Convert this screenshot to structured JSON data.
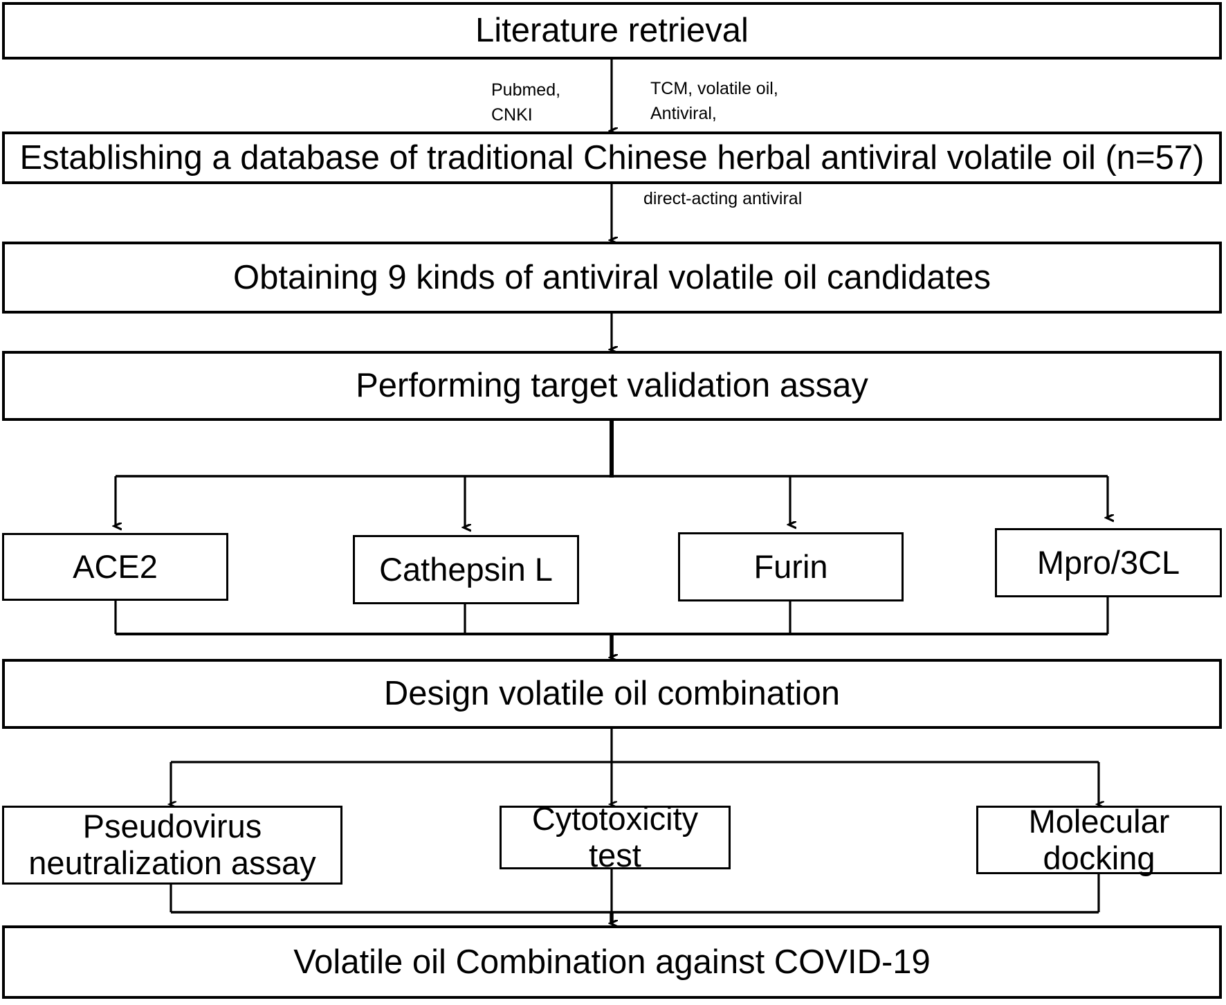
{
  "diagram": {
    "title": "Research workflow for antiviral volatile oil combination against COVID-19",
    "type": "flowchart",
    "direction": "top-to-bottom",
    "background_color": "#ffffff",
    "line_color": "#000000",
    "box_border_color": "#000000",
    "box_fill_color": "#ffffff"
  },
  "nodes": {
    "literature_retrieval": "Literature retrieval",
    "database": "Establishing a database of traditional Chinese herbal antiviral volatile oil (n=57)",
    "candidates": "Obtaining 9 kinds of antiviral volatile oil candidates",
    "validation": "Performing target validation assay",
    "design": "Design volatile oil combination",
    "result": "Volatile oil Combination against  COVID-19"
  },
  "targets": [
    {
      "label": "ACE2"
    },
    {
      "label": "Cathepsin L"
    },
    {
      "label": "Furin"
    },
    {
      "label": "Mpro/3CL"
    }
  ],
  "assays": [
    {
      "label": "Pseudovirus\nneutralization assay"
    },
    {
      "label": "Cytotoxicity\ntest"
    },
    {
      "label": "Molecular\ndocking"
    }
  ],
  "edge_labels": {
    "databases": "Pubmed,\nCNKI",
    "keywords": "TCM, volatile oil,\nAntiviral,",
    "direct_acting": "direct-acting antiviral"
  },
  "counts": {
    "database_n": "57",
    "candidate_kinds": "9",
    "target_count": "4",
    "assay_count": "3"
  }
}
